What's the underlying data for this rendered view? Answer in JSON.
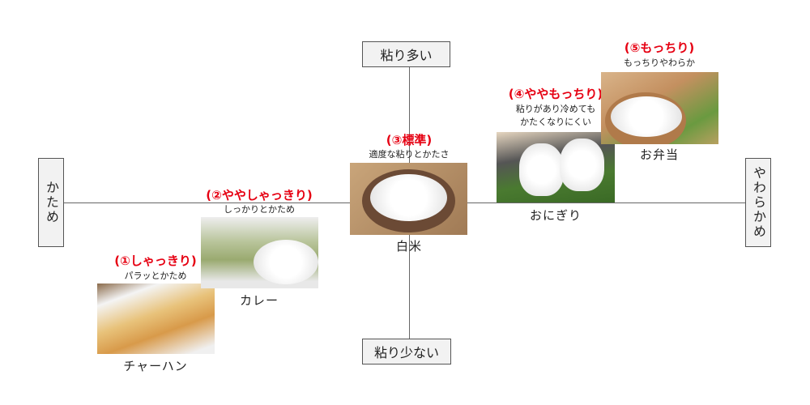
{
  "axes": {
    "top": "粘り多い",
    "bottom": "粘り少ない",
    "left": "かため",
    "right": "やわらかめ"
  },
  "items": [
    {
      "label": "(①しゃっきり)",
      "description": "パラッとかため",
      "dish": "チャーハン"
    },
    {
      "label": "(②ややしゃっきり)",
      "description": "しっかりとかため",
      "dish": "カレー"
    },
    {
      "label": "(③標準)",
      "description": "適度な粘りとかたさ",
      "dish": "白米"
    },
    {
      "label": "(④ややもっちり)",
      "description": "粘りがあり冷めても",
      "description2": "かたくなりにくい",
      "dish": "おにぎり"
    },
    {
      "label": "(⑤もっちり)",
      "description": "もっちりやわらか",
      "dish": "お弁当"
    }
  ],
  "colors": {
    "label": "#e60012"
  }
}
